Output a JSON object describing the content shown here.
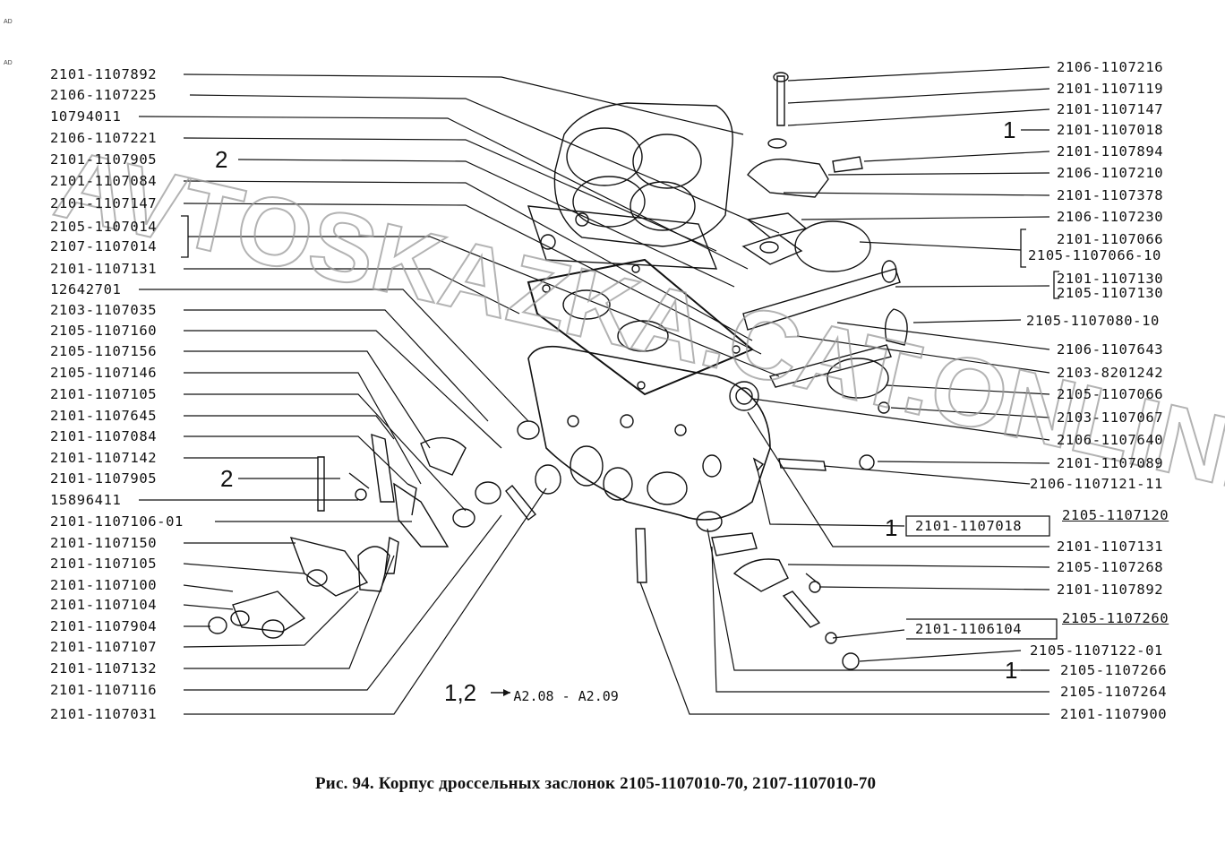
{
  "corner_marks": [
    "AD",
    "AD"
  ],
  "left_labels": [
    "2101-1107892",
    "2106-1107225",
    "10794011",
    "2106-1107221",
    "2101-1107905",
    "2101-1107084",
    "2101-1107147",
    "2105-1107014",
    "2107-1107014",
    "2101-1107131",
    "12642701",
    "2103-1107035",
    "2105-1107160",
    "2105-1107156",
    "2105-1107146",
    "2101-1107105",
    "2101-1107645",
    "2101-1107084",
    "2101-1107142",
    "2101-1107905",
    "15896411",
    "2101-1107106-01",
    "2101-1107150",
    "2101-1107105",
    "2101-1107100",
    "2101-1107104",
    "2101-1107904",
    "2101-1107107",
    "2101-1107132",
    "2101-1107116",
    "2101-1107031"
  ],
  "right_labels": [
    "2106-1107216",
    "2101-1107119",
    "2101-1107147",
    "2101-1107018",
    "2101-1107894",
    "2106-1107210",
    "2101-1107378",
    "2106-1107230",
    "2101-1107066",
    "2105-1107066-10",
    "2101-1107130",
    "2105-1107130",
    "2105-1107080-10",
    "2106-1107643",
    "2103-8201242",
    "2105-1107066",
    "2103-1107067",
    "2106-1107640",
    "2101-1107089",
    "2106-1107121-11",
    "2101-1107018",
    "2105-1107120",
    "2101-1107131",
    "2105-1107268",
    "2101-1107892",
    "2101-1106104",
    "2105-1107260",
    "2105-1107122-01",
    "2105-1107266",
    "2105-1107264",
    "2101-1107900"
  ],
  "markers": {
    "m2_top": "2",
    "m2_mid": "2",
    "m1_top": "1",
    "m1_mid": "1",
    "m1_bottom": "1"
  },
  "note": {
    "markers": "1,2",
    "arrow": "→",
    "text": "A2.08 - A2.09"
  },
  "caption": "Рис. 94. Корпус дроссельных заслонок 2105-1107010-70, 2107-1107010-70",
  "watermark": "AVTOSKAZKA.CAT.ONLINE"
}
